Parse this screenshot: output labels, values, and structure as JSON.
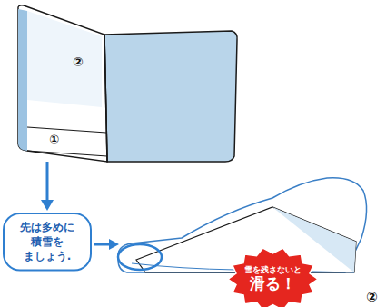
{
  "diagram": {
    "nodes": [
      {
        "text": [
          "先は多めに 積雪を ましょう."
        ]
      },
      {
        "text": [
          "雪を残さないと",
          "滑る！"
        ]
      }
    ],
    "labels": [
      "②",
      "①",
      "②"
    ]
  }
}
